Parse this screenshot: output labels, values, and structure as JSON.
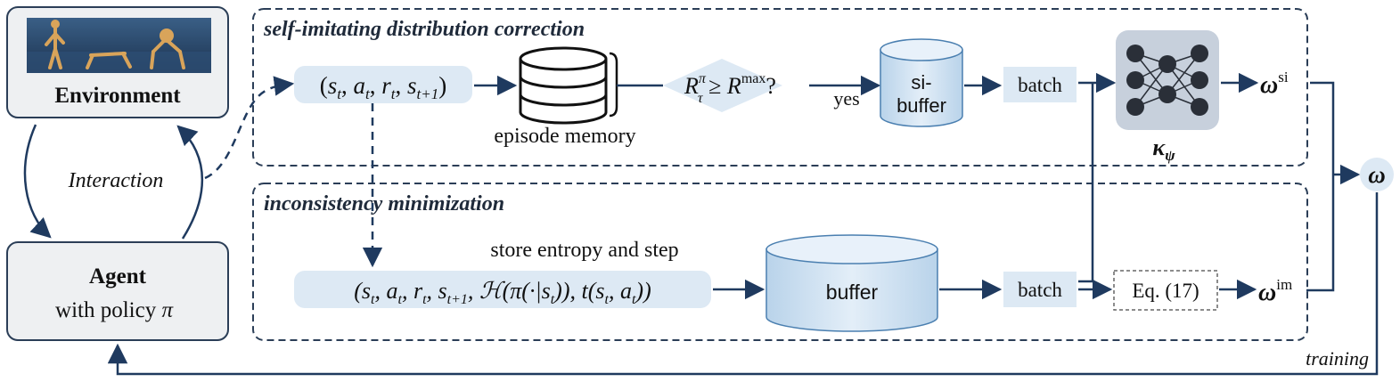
{
  "colors": {
    "arrow": "#1f3a5f",
    "box_fill": "#eef0f2",
    "box_stroke": "#2b3e57",
    "pill_fill": "#dde9f4",
    "cylinder_fill": "#cfe2f3",
    "network_bg": "#c7d0dc",
    "node": "#2a2f38"
  },
  "environment": {
    "label": "Environment"
  },
  "agent": {
    "label": "Agent",
    "sublabel_prefix": "with policy ",
    "policy_symbol": "π"
  },
  "interaction_label": "Interaction",
  "training_label": "training",
  "top_section": {
    "title": "self-imitating distribution correction",
    "transition": {
      "open": "(",
      "s": "s",
      "t": "t",
      "a": "a",
      "r": "r",
      "t1": "t+1",
      "comma": ", ",
      "close": ")"
    },
    "memory_label": "episode memory",
    "condition": {
      "R": "R",
      "sup_pi": "π",
      "sub_tau": "τ",
      "geq": " ≥ ",
      "sup_max": "max",
      "q": "?"
    },
    "yes_label": "yes",
    "si_buffer_line1": "si-",
    "si_buffer_line2": "buffer",
    "batch_label": "batch",
    "network_label_main": "κ",
    "network_label_sub": "ψ",
    "output": {
      "omega": "ω",
      "sup": "si"
    }
  },
  "bottom_section": {
    "title": "inconsistency minimization",
    "store_label": "store entropy and step",
    "transition": {
      "part1": "(s",
      "part2": ", a",
      "part3": ", r",
      "part4": ", s",
      "part5": ", ℋ(π(·|s",
      "part6": ")), t(s",
      "part7": ", a",
      "part8": "))",
      "sub_t": "t",
      "sub_t1": "t+1"
    },
    "buffer_label": "buffer",
    "batch_label": "batch",
    "equation_label": "Eq. (17)",
    "output": {
      "omega": "ω",
      "sup": "im"
    }
  },
  "combined_output": {
    "omega": "ω"
  }
}
